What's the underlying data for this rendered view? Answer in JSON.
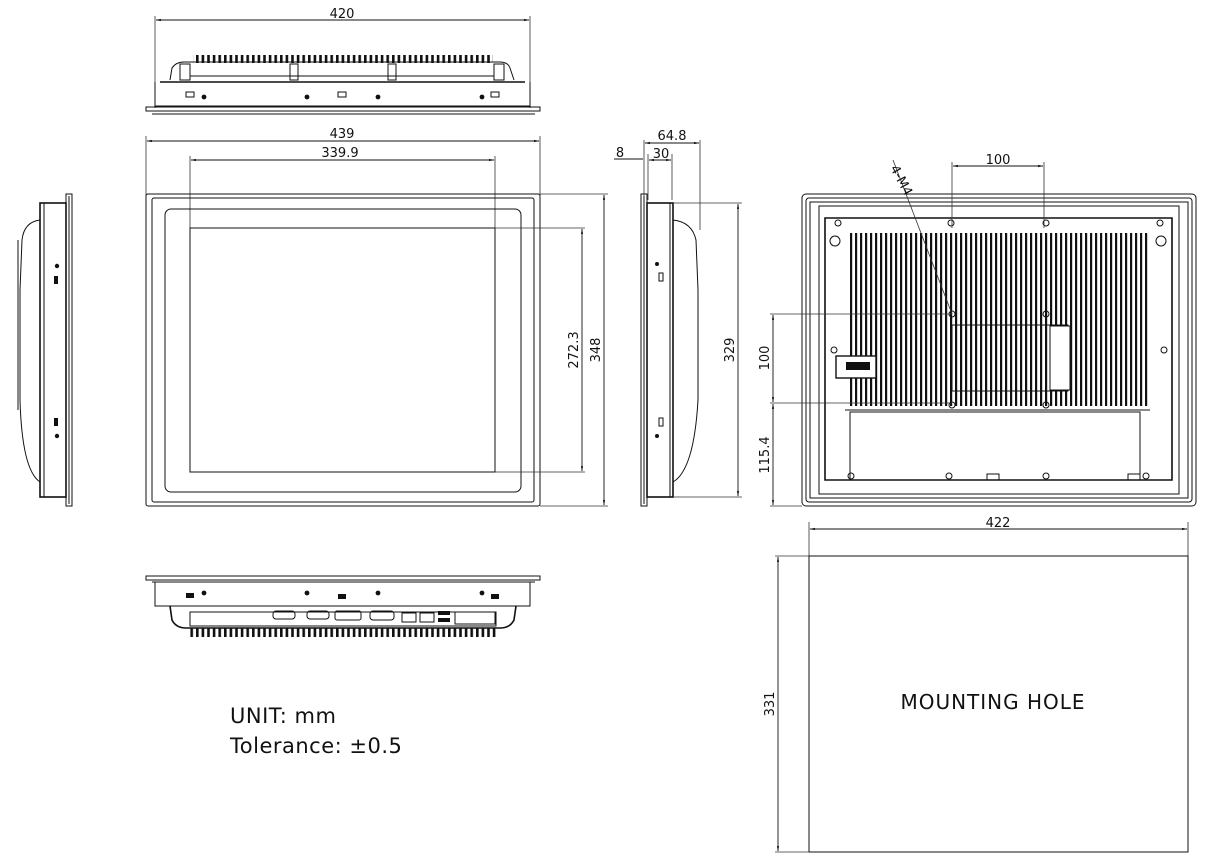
{
  "drawing": {
    "type": "mechanical-dimension-drawing",
    "views": {
      "top_view": {
        "width_label": "420"
      },
      "front_view": {
        "overall_width_label": "439",
        "display_width_label": "339.9",
        "display_height_label": "272.3",
        "overall_height_label": "348"
      },
      "side_view_right": {
        "bezel_label": "8",
        "depth_body_label": "30",
        "depth_total_label": "64.8",
        "height_label": "329"
      },
      "rear_view": {
        "vesa_horizontal_label": "100",
        "vesa_vertical_label": "100",
        "screw_spec_label": "4-M4",
        "vesa_offset_label": "115.4"
      },
      "mounting_hole": {
        "width_label": "422",
        "height_label": "331",
        "title": "MOUNTING HOLE"
      }
    },
    "notes": {
      "unit": "UNIT: mm",
      "tolerance": "Tolerance: ±0.5"
    }
  }
}
